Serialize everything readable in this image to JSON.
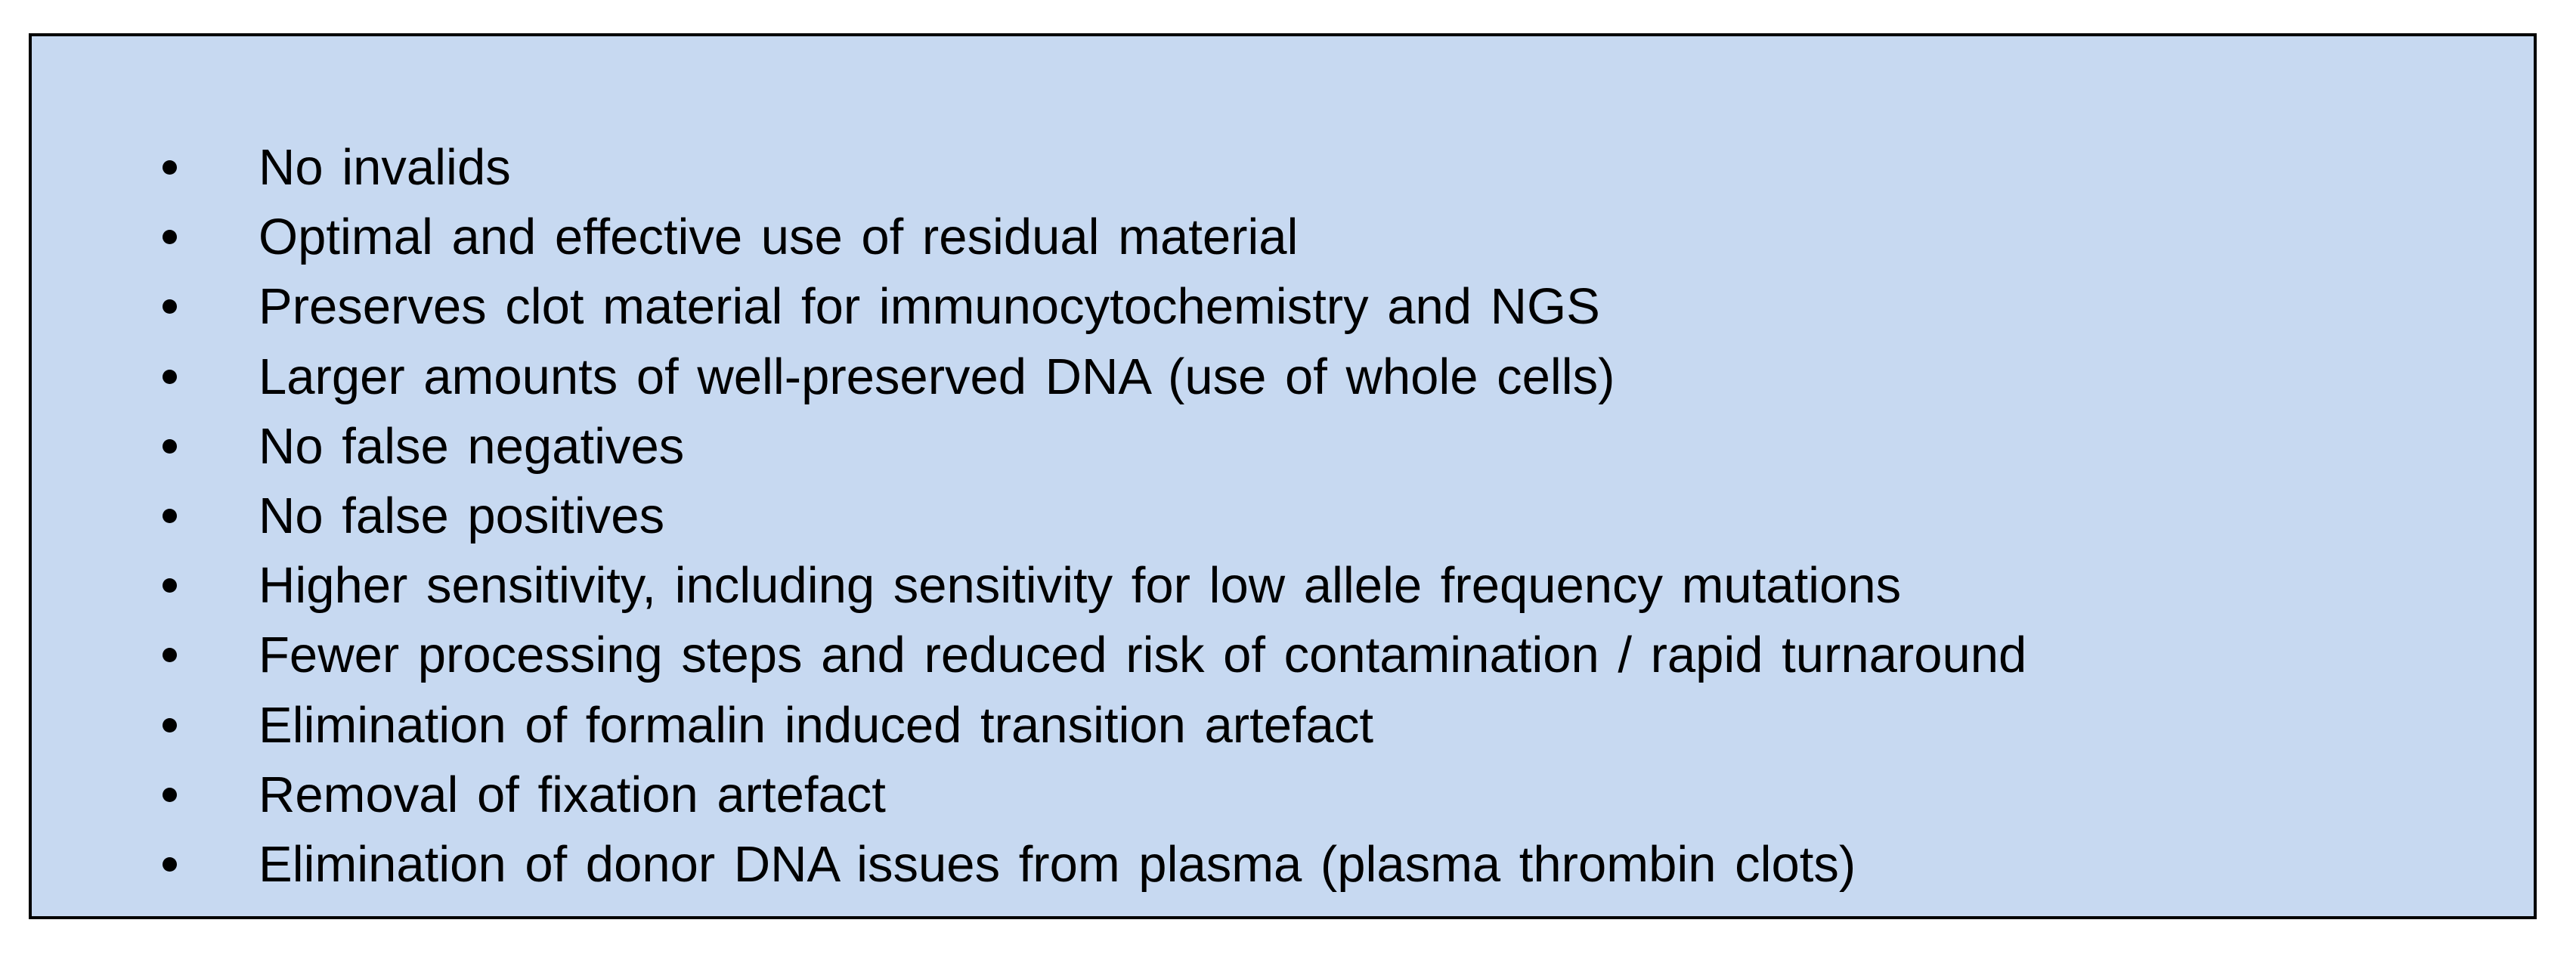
{
  "panel": {
    "background_color": "#c7d9f1",
    "border_color": "#000000"
  },
  "items": [
    "No invalids",
    "Optimal and effective use of residual material",
    "Preserves clot material for immunocytochemistry and NGS",
    "Larger amounts of well-preserved DNA  (use of whole cells)",
    "No false negatives",
    "No false positives",
    "Higher sensitivity, including sensitivity for low allele frequency mutations",
    "Fewer processing steps and reduced risk of contamination / rapid turnaround",
    "Elimination of formalin induced transition artefact",
    "Removal of fixation artefact",
    "Elimination of donor DNA issues from plasma  (plasma thrombin clots)"
  ]
}
